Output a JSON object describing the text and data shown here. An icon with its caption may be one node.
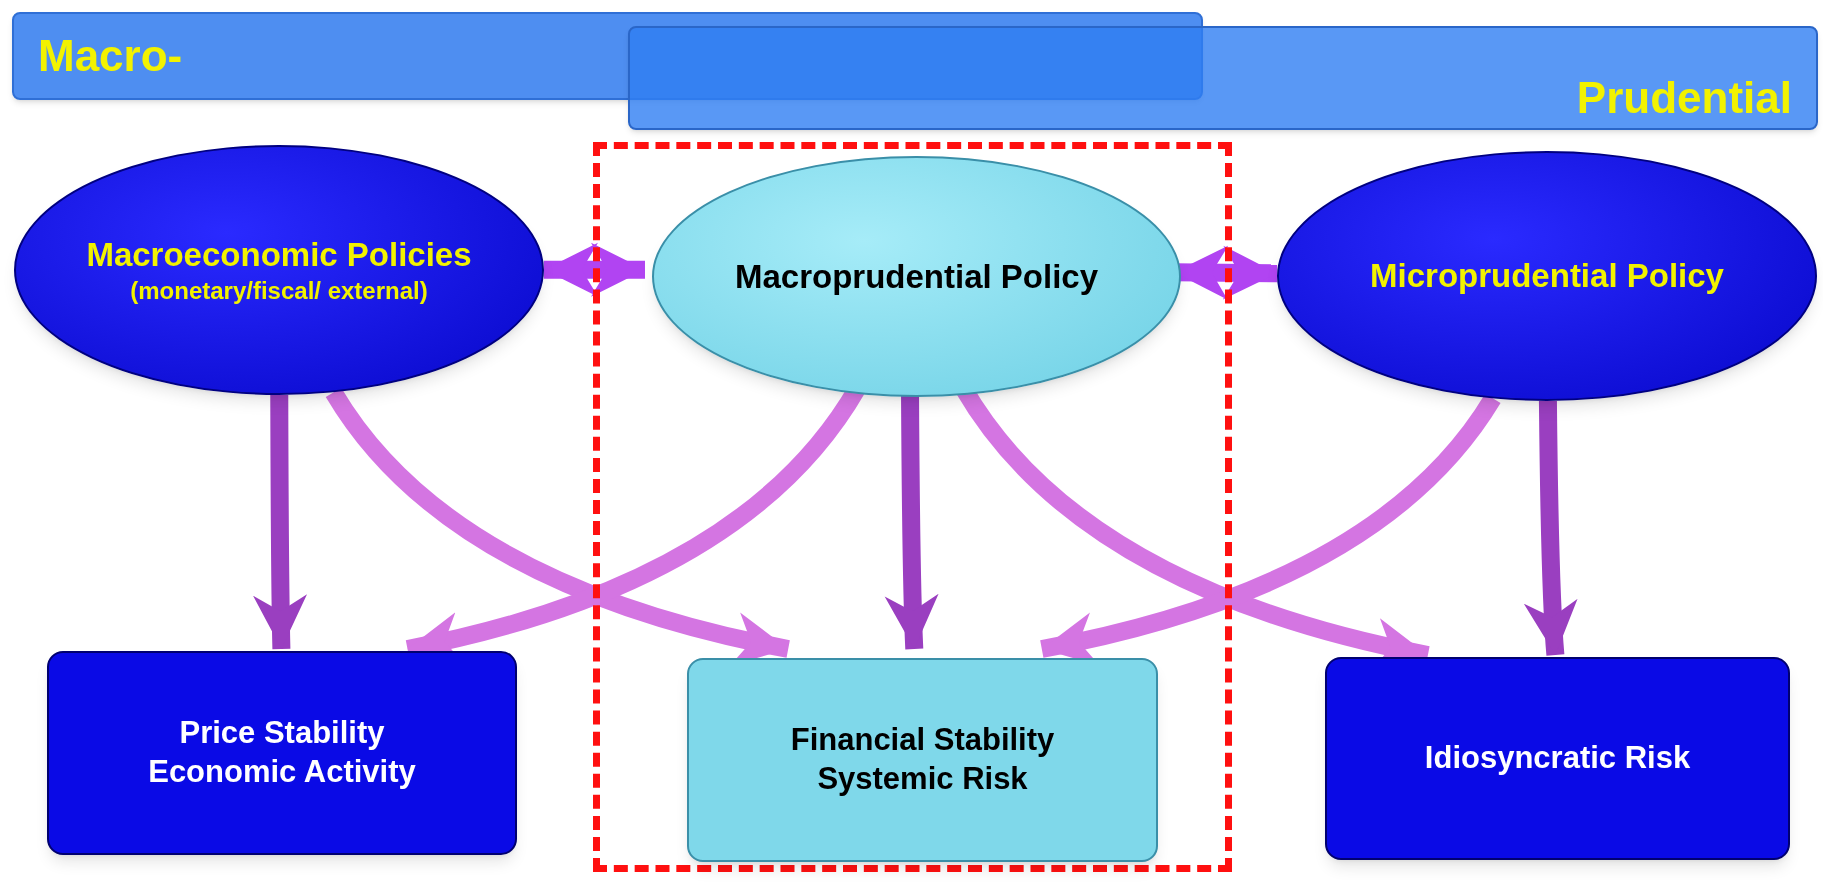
{
  "diagram": {
    "nodes": [
      {
        "text": [
          "Macro-"
        ]
      },
      {
        "text": [
          "Prudential"
        ]
      },
      {
        "text": [],
        "shape": "box"
      },
      {
        "text": [
          "Macroeconomic Policies",
          "(monetary/fiscal/ external)"
        ]
      },
      {
        "text": [
          "Macroprudential Policy"
        ],
        "in": 2
      },
      {
        "text": [
          "Microprudential Policy"
        ]
      },
      {
        "text": [
          "Price Stability",
          "Economic Activity"
        ]
      },
      {
        "text": [
          "Financial Stability",
          "Systemic Risk"
        ],
        "in": 2
      },
      {
        "text": [
          "Idiosyncratic Risk"
        ]
      }
    ],
    "edges": [
      {
        "from": 3,
        "to": 4,
        "arrow": "both",
        "color": "#b144f2"
      },
      {
        "from": 4,
        "to": 5,
        "arrow": "both",
        "color": "#b144f2"
      },
      {
        "from": 3,
        "to": 6,
        "arrow": "to"
      },
      {
        "from": 3,
        "to": 7,
        "arrow": "to",
        "color": "#d475e2"
      },
      {
        "from": 4,
        "to": 6,
        "arrow": "to",
        "color": "#d475e2"
      },
      {
        "from": 4,
        "to": 7,
        "arrow": "to"
      },
      {
        "from": 4,
        "to": 8,
        "arrow": "to",
        "color": "#d475e2"
      },
      {
        "from": 5,
        "to": 7,
        "arrow": "to",
        "color": "#d475e2"
      },
      {
        "from": 5,
        "to": 8,
        "arrow": "to"
      }
    ]
  }
}
